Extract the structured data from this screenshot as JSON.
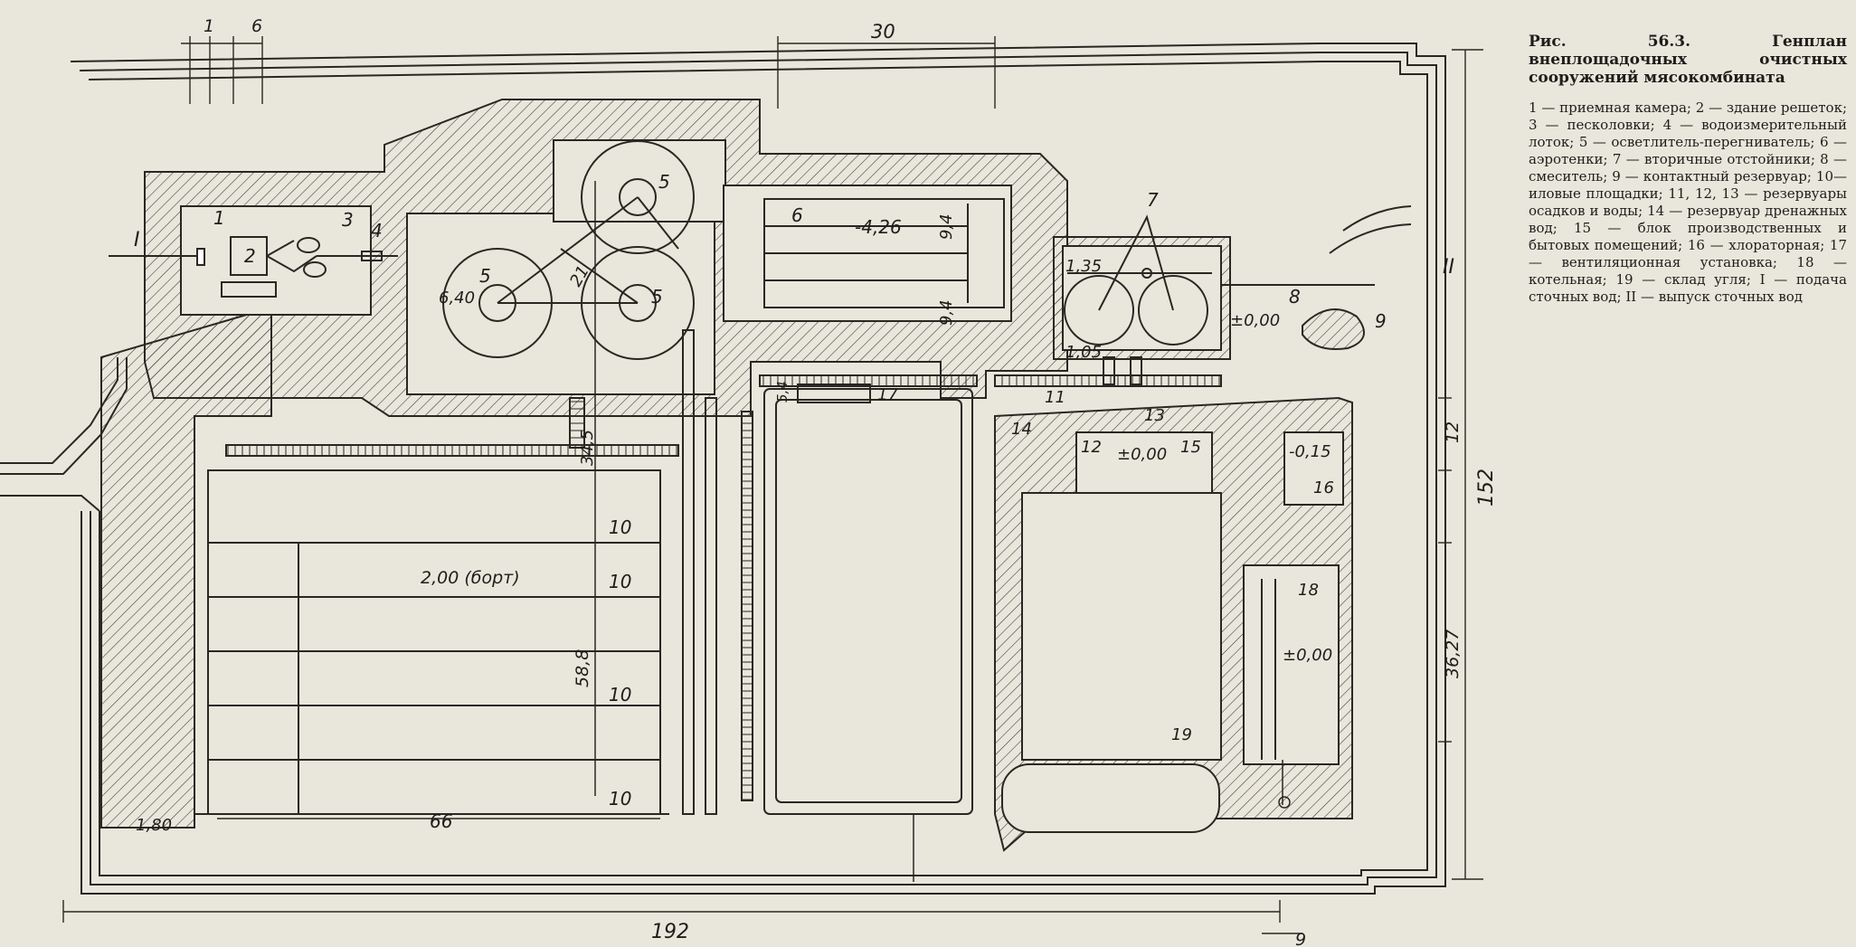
{
  "figure": {
    "title": "Рис. 56.3. Генплан внеплощадочных очистных сооружений мясокомбината",
    "legend": "1 — приемная камера; 2 — здание решеток; 3 — песколовки; 4 — водоизмерительный лоток; 5 — осветлитель-перегниватель; 6 — аэротенки; 7 — вторичные отстойники; 8 — смеситель; 9 — контактный резервуар; 10—иловые площадки; 11, 12, 13 — резервуары осадков и воды; 14 — резервуар дренажных вод; 15 — блок производственных и бытовых помещений; 16 — хлораторная; 17 — вентиляционная установка; 18 — котельная; 19 — склад угля; I — подача сточных вод; II — выпуск сточных вод"
  },
  "dimensions": {
    "d1": "1",
    "d6": "6",
    "d30": "30",
    "d192": "192",
    "d152": "152",
    "d12": "12",
    "d3627": "36,27",
    "d9": "9",
    "d66": "66",
    "d588": "58,8",
    "d345": "34,5",
    "d21": "21",
    "d94a": "9,4",
    "d94b": "9,4",
    "d54": "5,4"
  },
  "elevations": {
    "aero": "-4,26",
    "clar": "6,40",
    "sec_top": "1,35",
    "sec_bottom": "1,05",
    "contact": "±0,00",
    "sludge": "2,00 (борт)",
    "block": "±0,00",
    "chlor": "-0,15",
    "boiler": "±0,00",
    "corner": "1,80"
  },
  "labels": {
    "inlet": "I",
    "outlet": "II",
    "n1": "1",
    "n2": "2",
    "n3": "3",
    "n4": "4",
    "n5a": "5",
    "n5b": "5",
    "n5c": "5",
    "n6": "6",
    "n7": "7",
    "n8": "8",
    "n9": "9",
    "n10a": "10",
    "n10b": "10",
    "n10c": "10",
    "n10d": "10",
    "n11": "11",
    "n12": "12",
    "n13": "13",
    "n14": "14",
    "n15": "15",
    "n16": "16",
    "n17": "17",
    "n18": "18",
    "n19": "19"
  }
}
